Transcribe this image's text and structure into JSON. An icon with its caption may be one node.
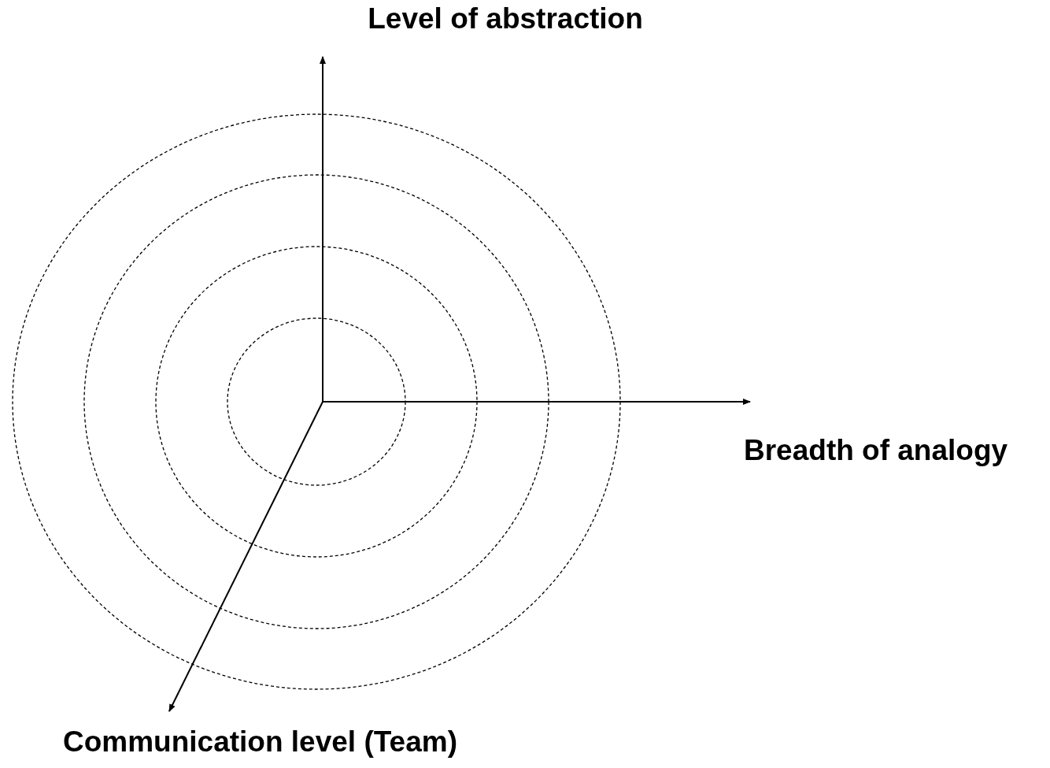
{
  "diagram": {
    "labels": [
      "Level of abstraction",
      "Breadth of analogy",
      "Communication level (Team)"
    ]
  }
}
